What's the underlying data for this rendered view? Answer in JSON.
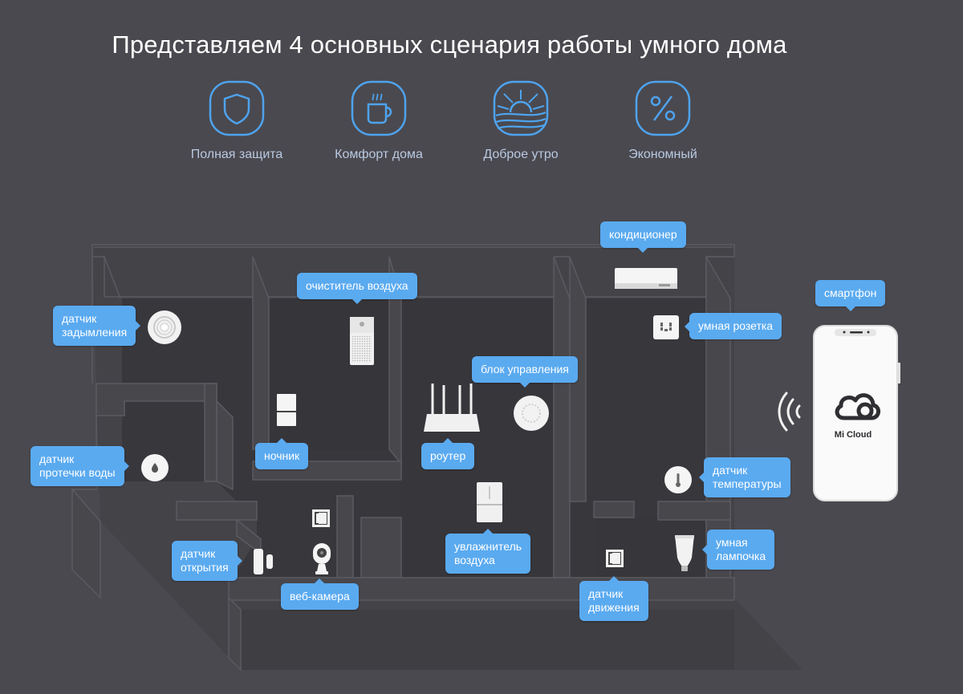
{
  "title": "Представляем 4 основных сценария работы умного дома",
  "colors": {
    "background": "#4a494f",
    "accent": "#5aaaf0",
    "icon_stroke": "#4ea3ee",
    "floor": "#3a393e"
  },
  "scenarios": [
    {
      "label": "Полная защита",
      "icon": "shield-icon"
    },
    {
      "label": "Комфорт дома",
      "icon": "cup-icon"
    },
    {
      "label": "Доброе утро",
      "icon": "sunrise-icon"
    },
    {
      "label": "Экономный",
      "icon": "percent-icon"
    }
  ],
  "devices": {
    "smoke_sensor": "датчик\nзадымления",
    "air_purifier": "очиститель воздуха",
    "air_conditioner": "кондиционер",
    "smart_socket": "умная розетка",
    "smartphone": "смартфон",
    "control_hub": "блок управления",
    "night_light": "ночник",
    "router": "роутер",
    "water_leak_sensor": "датчик\nпротечки воды",
    "temperature_sensor": "датчик\nтемпературы",
    "humidifier": "увлажнитель\nвоздуха",
    "door_sensor": "датчик\nоткрытия",
    "web_camera": "веб-камера",
    "motion_sensor": "датчик\nдвижения",
    "smart_bulb": "умная\nлампочка"
  },
  "phone": {
    "app_label": "Mi Cloud"
  }
}
